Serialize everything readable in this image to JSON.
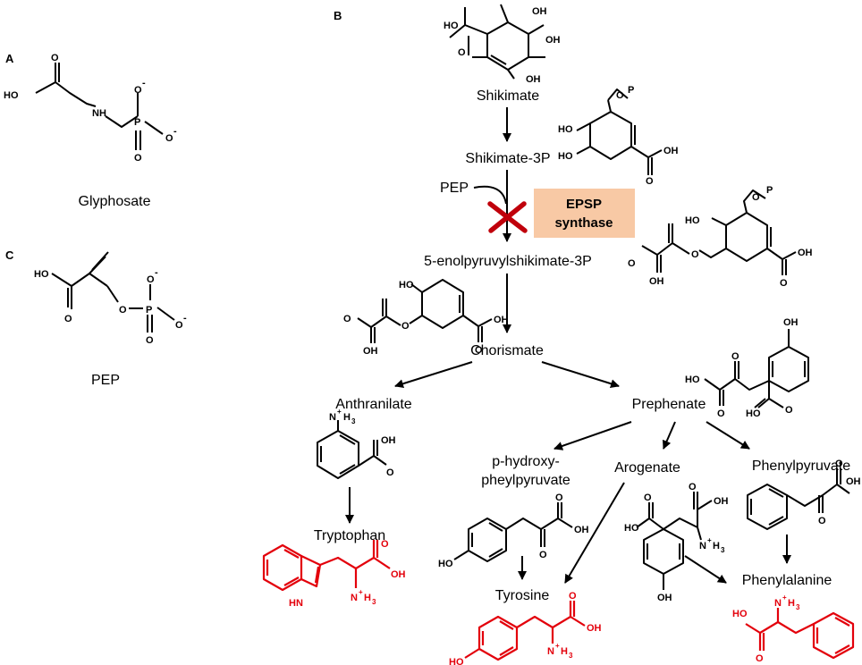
{
  "panels": {
    "a": "A",
    "b": "B",
    "c": "C"
  },
  "compounds": {
    "glyphosate": "Glyphosate",
    "pep_c": "PEP",
    "shikimate": "Shikimate",
    "shikimate3p": "Shikimate-3P",
    "pep": "PEP",
    "eps3p": "5-enolpyruvylshikimate-3P",
    "chorismate": "Chorismate",
    "anthranilate": "Anthranilate",
    "prephenate": "Prephenate",
    "phpp_line1": "p-hydroxy-",
    "phpp_line2": "pheylpyruvate",
    "arogenate": "Arogenate",
    "phenylpyruvate": "Phenylpyruvate",
    "tryptophan": "Tryptophan",
    "tyrosine": "Tyrosine",
    "phenylalanine": "Phenylalanine"
  },
  "enzyme": {
    "line1": "EPSP",
    "line2": "synthase"
  },
  "atoms": {
    "ho": "HO",
    "oh": "OH",
    "o": "O",
    "p": "P",
    "nh": "NH",
    "hn": "HN",
    "o_minus": "O",
    "minus": "-",
    "n": "N",
    "plus": "+",
    "h3": "H",
    "three": "3"
  },
  "colors": {
    "enzyme_box": "#f8c9a5",
    "inhibition_x": "#c0000b",
    "product": "#e3000b"
  }
}
